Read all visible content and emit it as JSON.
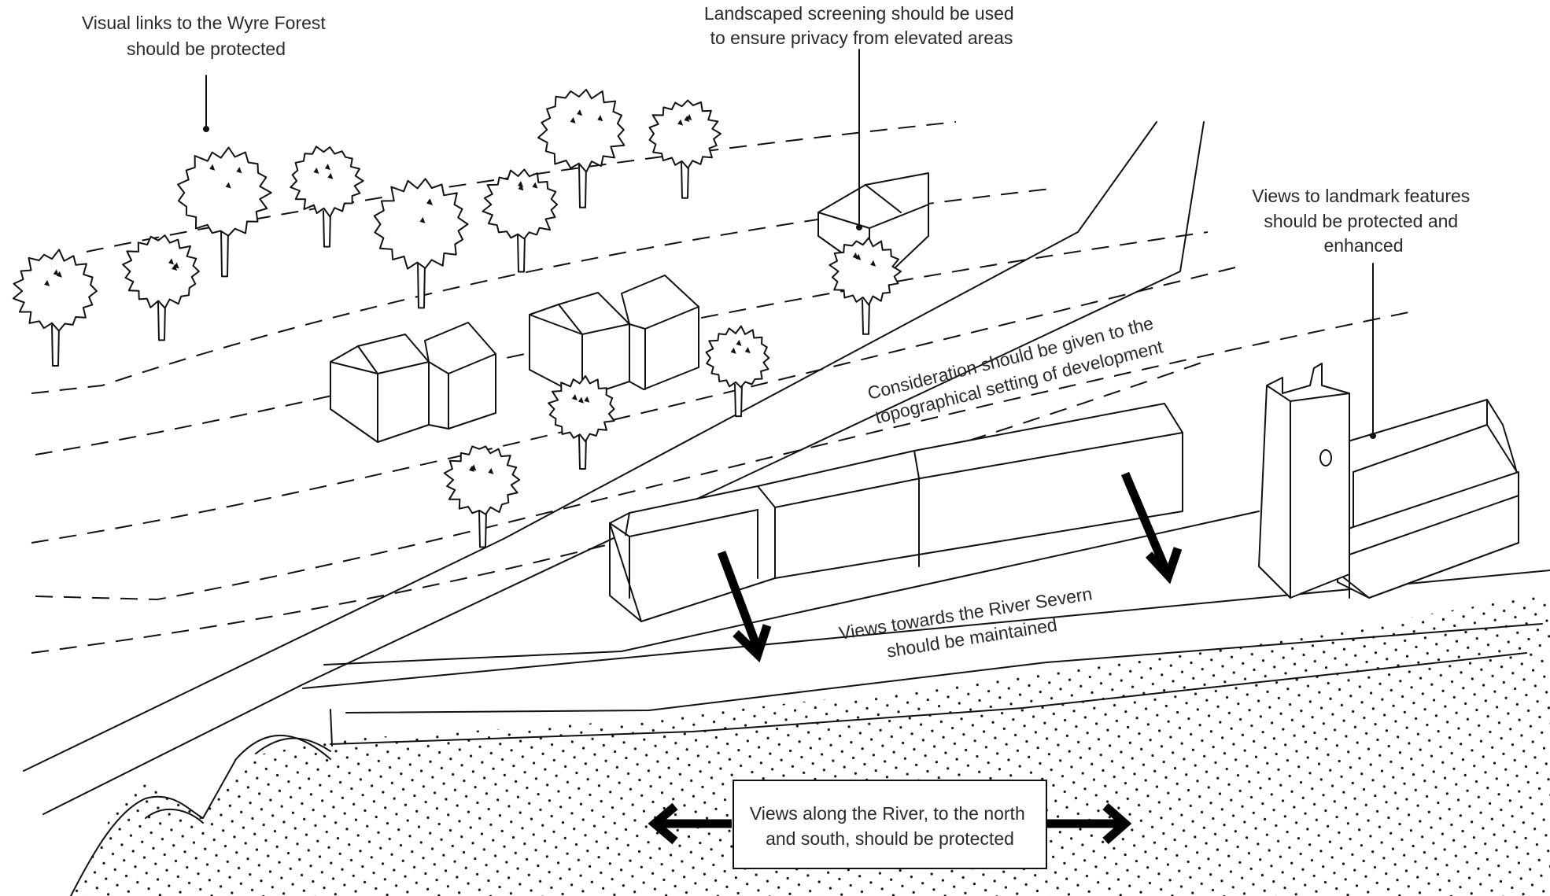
{
  "annotations": {
    "wyre_forest": [
      "Visual links to the Wyre Forest",
      "should be protected"
    ],
    "screening": [
      "Landscaped screening should be used",
      "to ensure privacy from elevated areas"
    ],
    "landmark": [
      "Views to landmark features",
      "should be protected and",
      "enhanced"
    ],
    "topography": [
      "Consideration should be given to the",
      "topographical setting of development"
    ],
    "river_severn": [
      "Views towards the River Severn",
      "should be maintained"
    ],
    "river_views": [
      "Views along the River, to the north",
      "and south, should be protected"
    ]
  },
  "colors": {
    "ink": "#111111",
    "text": "#2a2a2a",
    "background": "#ffffff"
  }
}
